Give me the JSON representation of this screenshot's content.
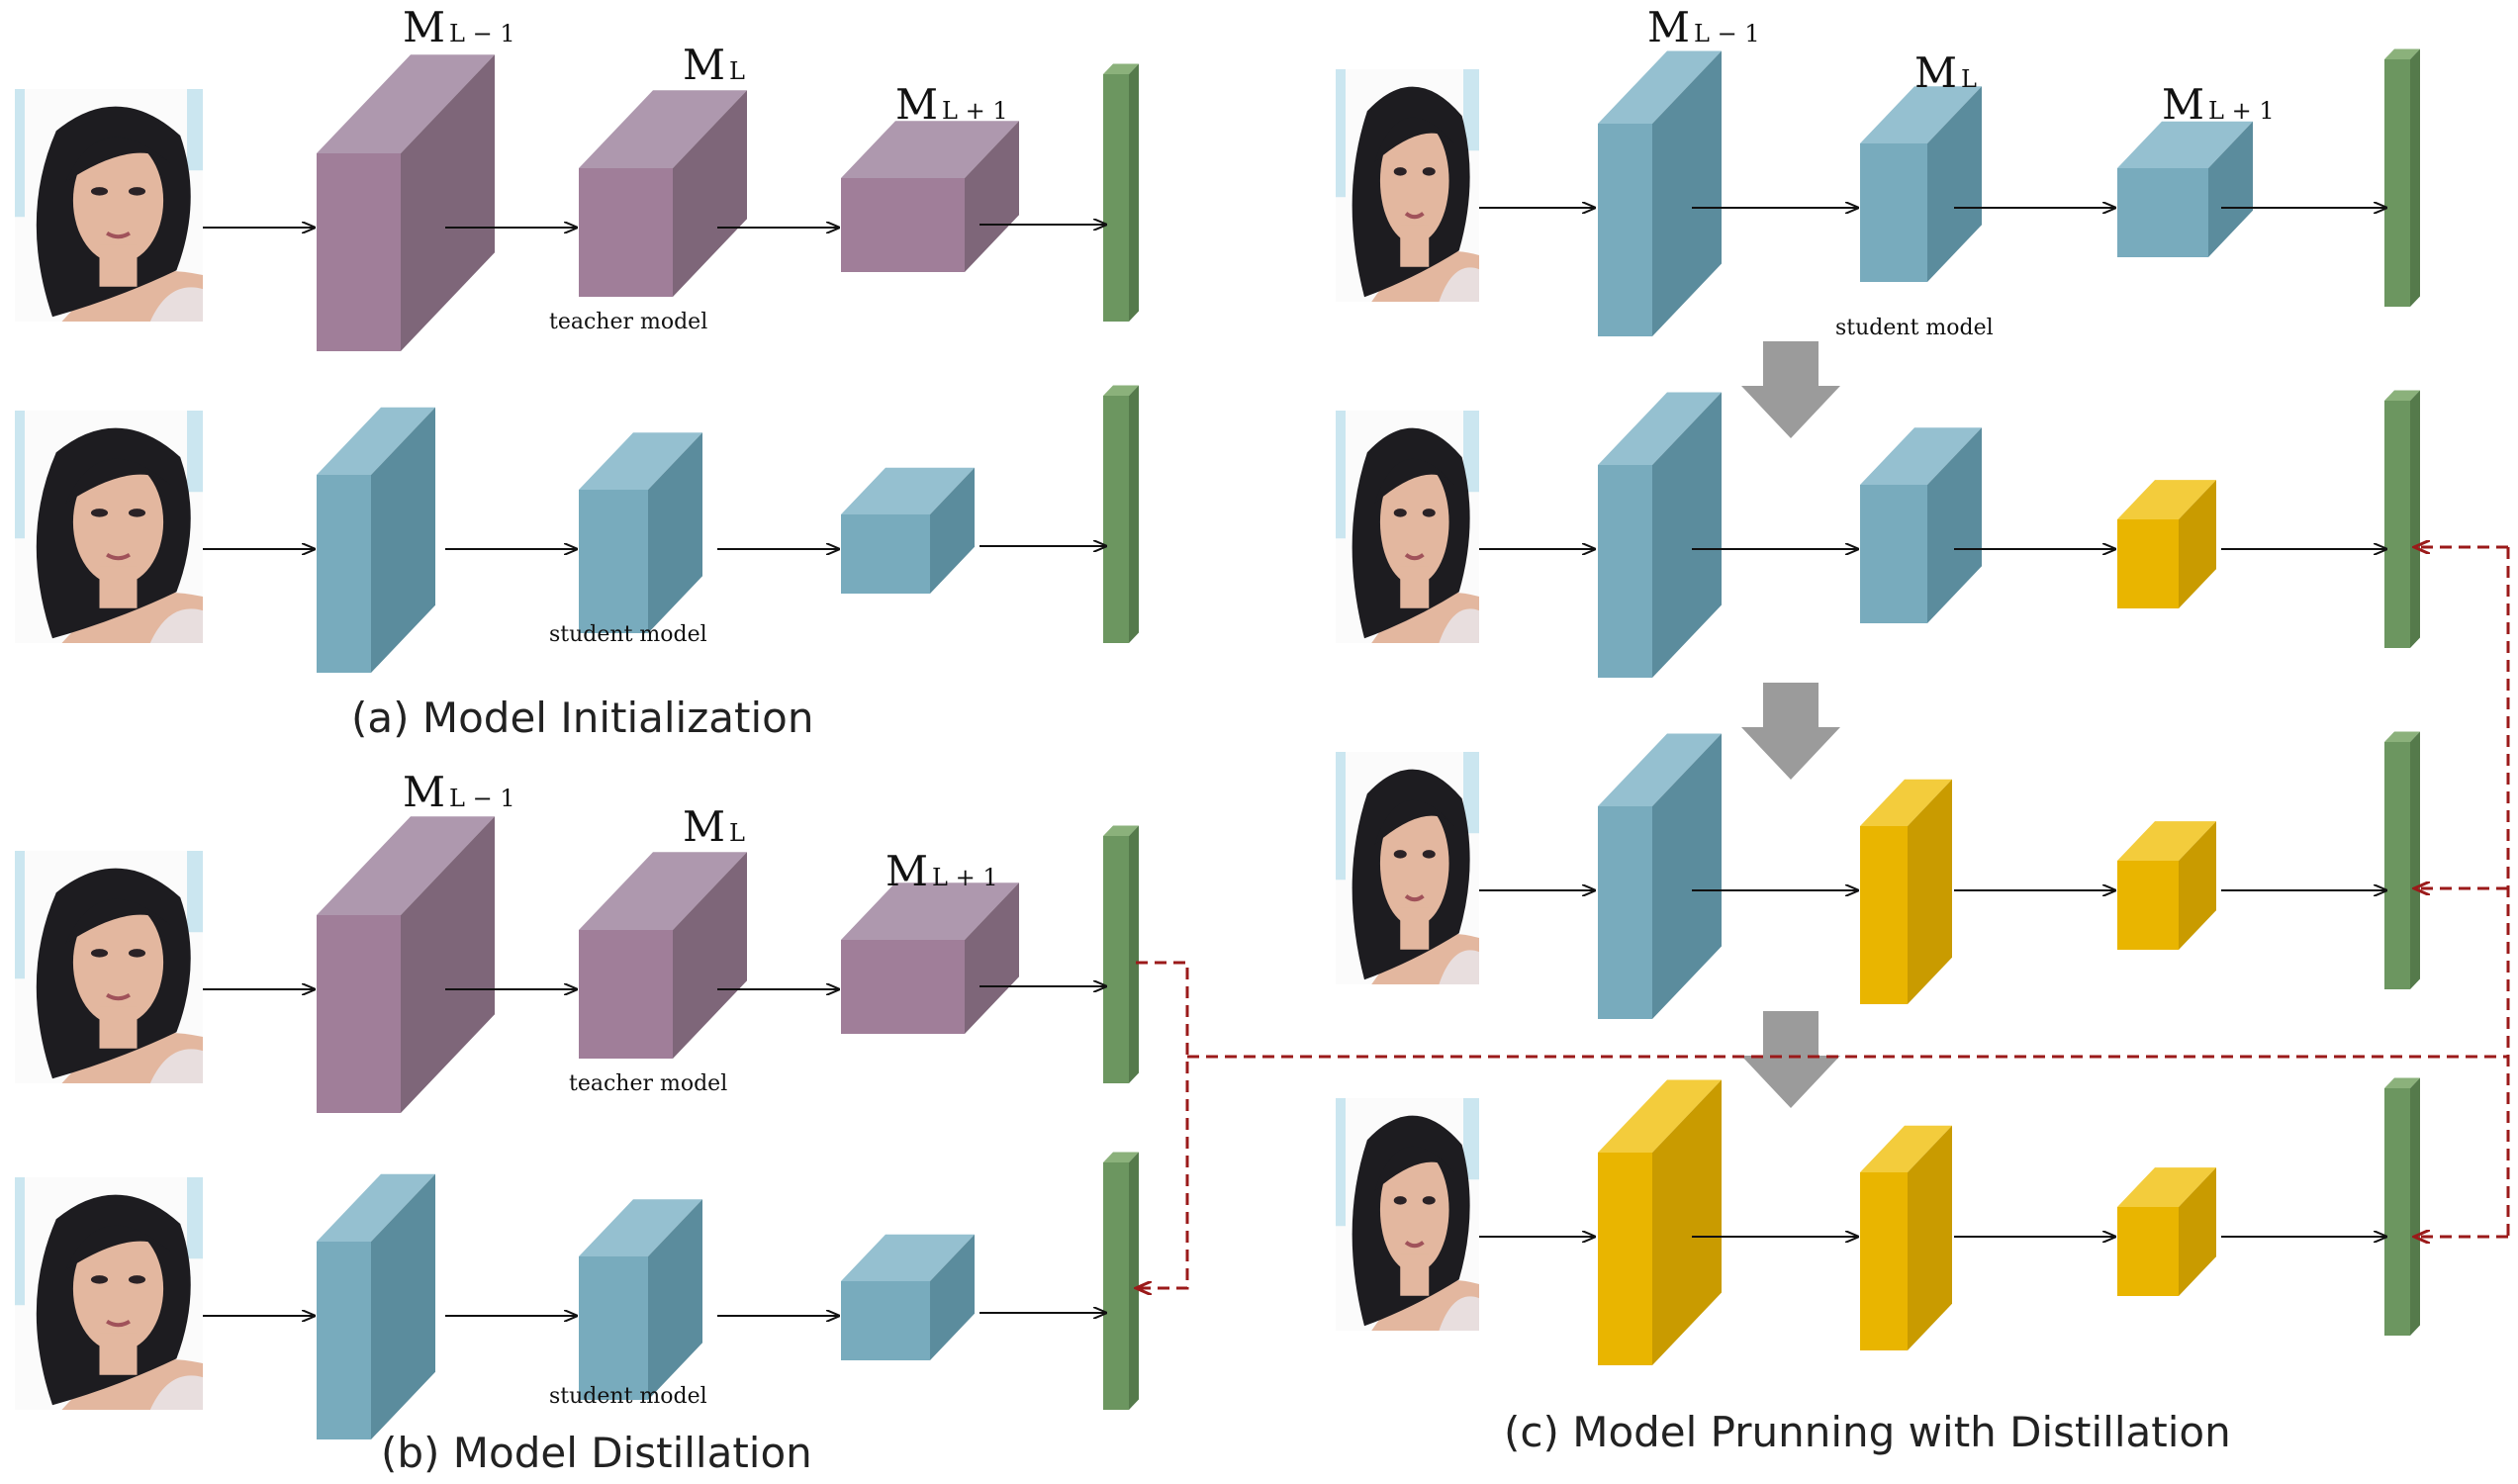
{
  "colors": {
    "teacher": [
      "#ae98ae",
      "#a07e99",
      "#7e6679"
    ],
    "student": [
      "#95c0d0",
      "#78abbd",
      "#5b8c9d"
    ],
    "pruned": [
      "#f3cc3c",
      "#e9b500",
      "#c99b00"
    ],
    "output": [
      "#8bb17b",
      "#6c9660",
      "#557a4b"
    ],
    "arrow": "#111111",
    "distill": "#9b1a1a",
    "flow": "#9b9b9b",
    "skin": "#e3b79f",
    "hair": "#1d1c20",
    "bg_accent": "#bfe1ee"
  },
  "labels": {
    "m_prev": "M",
    "m_prev_sub": "L − 1",
    "m_cur": "M",
    "m_cur_sub": "L",
    "m_next": "M",
    "m_next_sub": "L + 1",
    "teacher_model": "teacher model",
    "student_model": "student model"
  },
  "captions": {
    "a": "(a) Model Initialization",
    "b": "(b) Model Distillation",
    "c": "(c) Model Prunning with Distillation"
  },
  "icons": [
    "face-photo-icon",
    "down-flow-arrow-icon",
    "right-arrow-icon"
  ]
}
